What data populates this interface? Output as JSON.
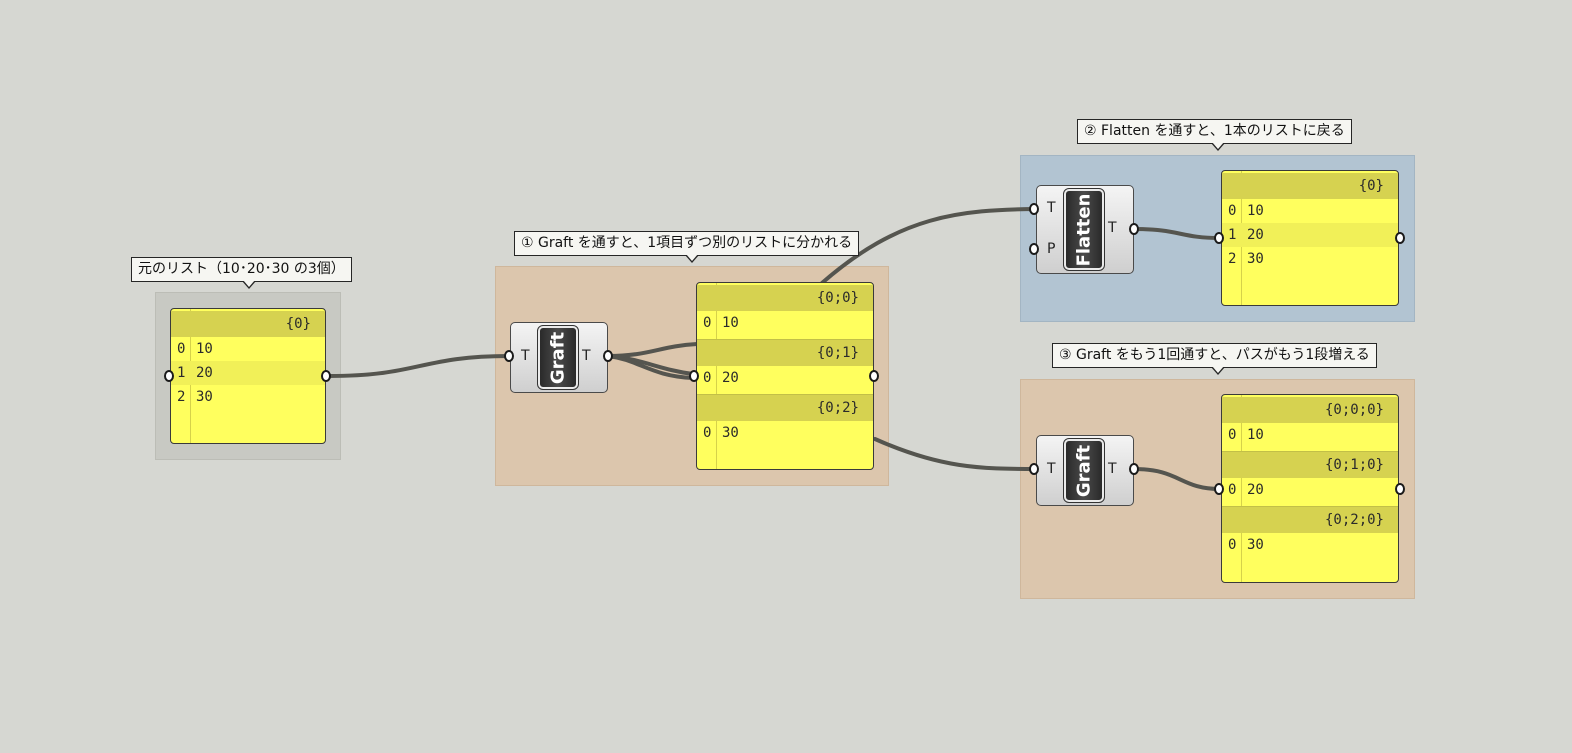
{
  "callouts": {
    "original": "元のリスト（10･20･30 の3個）",
    "graft1": "① Graft を通すと、1項目ずつ別のリストに分かれる",
    "flatten": "② Flatten を通すと、1本のリストに戻る",
    "graft2": "③ Graft をもう1回通すと、パスがもう1段増える"
  },
  "panels": {
    "original": {
      "branches": [
        {
          "path": "{0}",
          "rows": [
            {
              "i": "0",
              "v": "10"
            },
            {
              "i": "1",
              "v": "20"
            },
            {
              "i": "2",
              "v": "30"
            }
          ]
        }
      ]
    },
    "grafted": {
      "branches": [
        {
          "path": "{0;0}",
          "rows": [
            {
              "i": "0",
              "v": "10"
            }
          ]
        },
        {
          "path": "{0;1}",
          "rows": [
            {
              "i": "0",
              "v": "20"
            }
          ]
        },
        {
          "path": "{0;2}",
          "rows": [
            {
              "i": "0",
              "v": "30"
            }
          ]
        }
      ]
    },
    "flattened": {
      "branches": [
        {
          "path": "{0}",
          "rows": [
            {
              "i": "0",
              "v": "10"
            },
            {
              "i": "1",
              "v": "20"
            },
            {
              "i": "2",
              "v": "30"
            }
          ]
        }
      ]
    },
    "grafted_twice": {
      "branches": [
        {
          "path": "{0;0;0}",
          "rows": [
            {
              "i": "0",
              "v": "10"
            }
          ]
        },
        {
          "path": "{0;1;0}",
          "rows": [
            {
              "i": "0",
              "v": "20"
            }
          ]
        },
        {
          "path": "{0;2;0}",
          "rows": [
            {
              "i": "0",
              "v": "30"
            }
          ]
        }
      ]
    }
  },
  "components": {
    "graft1": {
      "name": "Graft",
      "input": "T",
      "output": "T"
    },
    "flatten": {
      "name": "Flatten",
      "input1": "T",
      "input2": "P",
      "output": "T"
    },
    "graft2": {
      "name": "Graft",
      "input": "T",
      "output": "T"
    }
  },
  "colors": {
    "canvas": "#d6d7d2",
    "panel": "#ffff5e",
    "panel_header": "#d6d250",
    "group_gray": "#c8c9c3",
    "group_tan": "#dcc6ad",
    "group_blue": "#b2c4d2",
    "wire": "#55554f"
  }
}
